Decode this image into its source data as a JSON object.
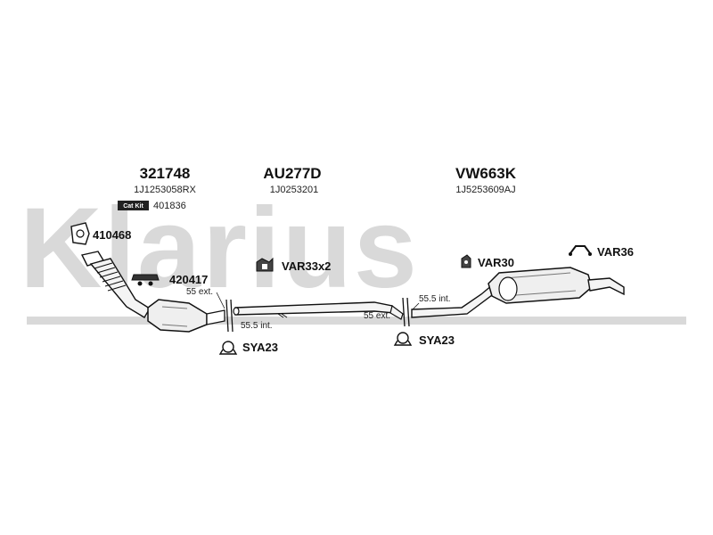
{
  "watermark": "Klarius",
  "sections": [
    {
      "part_number": "321748",
      "oem": "1J1253058RX"
    },
    {
      "part_number": "AU277D",
      "oem": "1J0253201"
    },
    {
      "part_number": "VW663K",
      "oem": "1J5253609AJ"
    }
  ],
  "cat_kit": {
    "badge": "Cat Kit",
    "number": "401836"
  },
  "parts": {
    "gasket": "410468",
    "bracket": "420417",
    "rubber_mount": "VAR33x2",
    "clamp_1": "SYA23",
    "clamp_2": "SYA23",
    "hanger_30": "VAR30",
    "hanger_36": "VAR36"
  },
  "joints": {
    "j1_ext": "55 ext.",
    "j1_int": "55.5 int.",
    "j2_int": "55.5 int.",
    "j2_ext": "55 ext."
  }
}
